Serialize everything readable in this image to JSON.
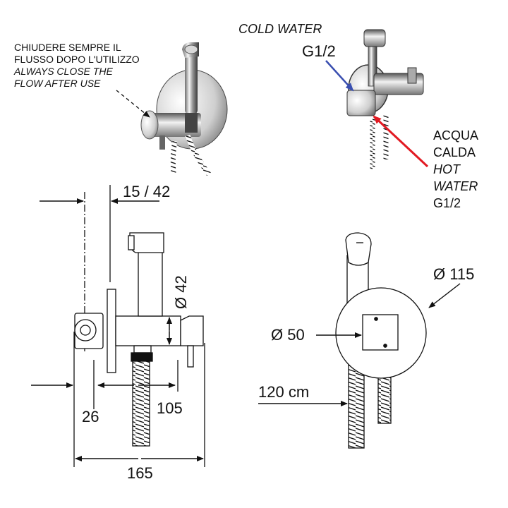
{
  "notes": {
    "close_it_1": "CHIUDERE SEMPRE IL",
    "close_it_2": "FLUSSO DOPO L'UTILIZZO",
    "close_en_1": "ALWAYS CLOSE THE",
    "close_en_2": "FLOW AFTER  USE"
  },
  "cold": {
    "label": "COLD WATER",
    "thread": "G1/2",
    "arrow_color": "#3a4fb0"
  },
  "hot": {
    "it_1": "ACQUA",
    "it_2": "CALDA",
    "en_1": "HOT",
    "en_2": "WATER",
    "thread": "G1/2",
    "arrow_color": "#e21a22"
  },
  "dimensions": {
    "offset": "15 / 42",
    "diameter_body": "Ø 42",
    "depth_26": "26",
    "depth_105": "105",
    "total_165": "165",
    "plate": "Ø 115",
    "valve": "Ø 50",
    "hose": "120 cm"
  }
}
